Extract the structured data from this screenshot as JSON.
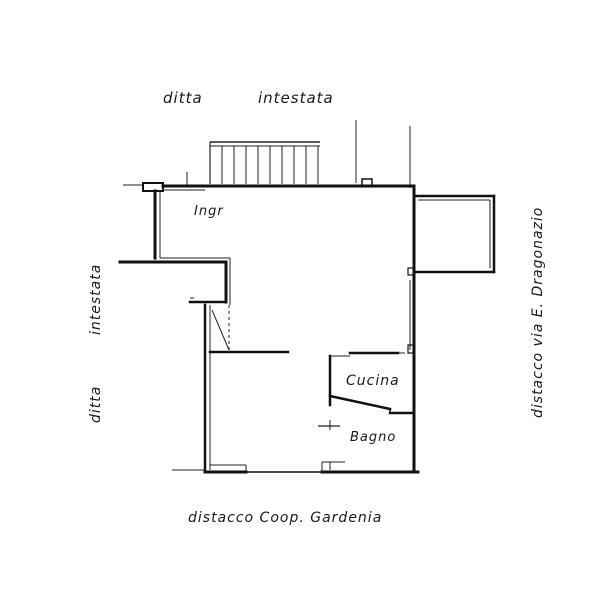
{
  "labels": {
    "top_left": "ditta",
    "top_right": "intestata",
    "left_upper": "intestata",
    "left_lower": "ditta",
    "right": "distacco via E. Dragonazio",
    "bottom": "distacco Coop. Gardenia",
    "entrance": "Ingr",
    "kitchen": "Cucina",
    "bathroom": "Bagno"
  },
  "colors": {
    "ink": "#111111",
    "paper": "#ffffff"
  }
}
